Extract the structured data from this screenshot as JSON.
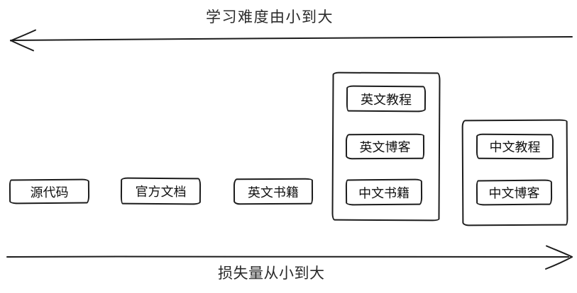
{
  "diagram": {
    "top_axis": {
      "label": "学习难度由小到大",
      "direction": "left"
    },
    "bottom_axis": {
      "label": "损失量从小到大",
      "direction": "right"
    },
    "standalone_items": [
      {
        "label": "源代码"
      },
      {
        "label": "官方文档"
      },
      {
        "label": "英文书籍"
      }
    ],
    "groups": [
      {
        "items": [
          {
            "label": "英文教程"
          },
          {
            "label": "英文博客"
          },
          {
            "label": "中文书籍"
          }
        ]
      },
      {
        "items": [
          {
            "label": "中文教程"
          },
          {
            "label": "中文博客"
          }
        ]
      }
    ],
    "colors": {
      "ink": "#1c1c1c",
      "background": "#ffffff"
    }
  }
}
